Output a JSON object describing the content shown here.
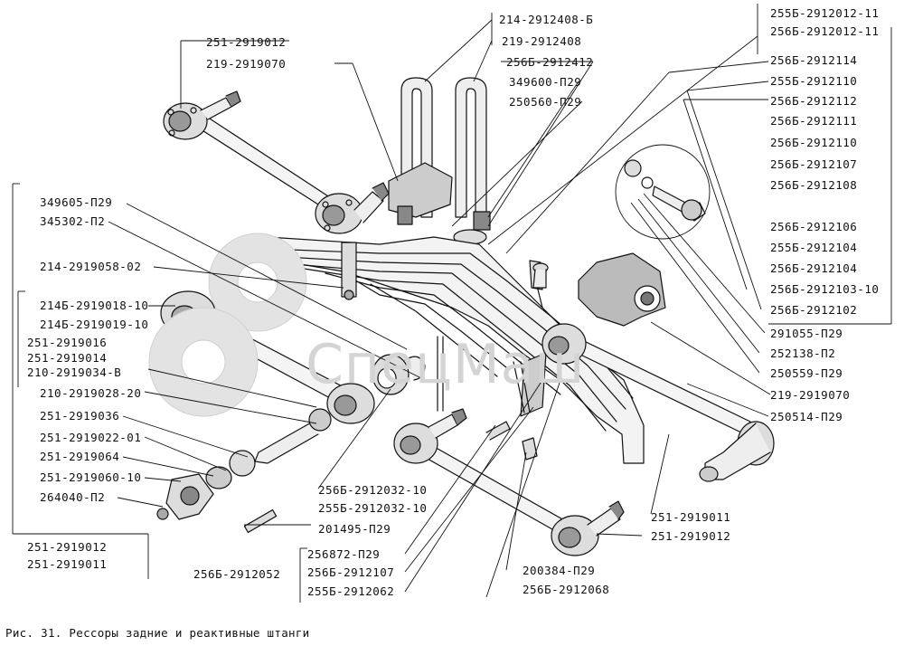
{
  "watermark": "СпецМаш",
  "caption": "Рис. 31. Рессоры задние и реактивные штанги",
  "labels": {
    "top_left_1": "251-2919012",
    "top_left_2": "219-2919070",
    "top_c_1": "214-2912408-Б",
    "top_c_2": "219-2912408",
    "top_c_3": "256Б-2912412",
    "top_c_4": "349600-П29",
    "top_c_5": "250560-П29",
    "r_1": "255Б-2912012-11",
    "r_2": "256Б-2912012-11",
    "r_3": "256Б-2912114",
    "r_4": "255Б-2912110",
    "r_5": "256Б-2912112",
    "r_6": "256Б-2912111",
    "r_7": "256Б-2912110",
    "r_8": "256Б-2912107",
    "r_9": "256Б-2912108",
    "r_10": "256Б-2912106",
    "r_11": "255Б-2912104",
    "r_12": "256Б-2912104",
    "r_13": "256Б-2912103-10",
    "r_14": "256Б-2912102",
    "r_15": "291055-П29",
    "r_16": "252138-П2",
    "r_17": "250559-П29",
    "r_18": "219-2919070",
    "r_19": "250514-П29",
    "l_1": "349605-П29",
    "l_2": "345302-П2",
    "l_3": "214-2919058-02",
    "l_4": "214Б-2919018-10",
    "l_5": "214Б-2919019-10",
    "l_6": "251-2919016",
    "l_7": "251-2919014",
    "l_8": "210-2919034-В",
    "l_9": "210-2919028-20",
    "l_10": "251-2919036",
    "l_11": "251-2919022-01",
    "l_12": "251-2919064",
    "l_13": "251-2919060-10",
    "l_14": "264040-П2",
    "l_15": "251-2919012",
    "l_16": "251-2919011",
    "b_1": "256Б-2912032-10",
    "b_2": "255Б-2912032-10",
    "b_3": "201495-П29",
    "b_4": "256Б-2912052",
    "b_5": "256872-П29",
    "b_6": "256Б-2912107",
    "b_7": "255Б-2912062",
    "b_8": "200384-П29",
    "b_9": "256Б-2912068",
    "b_10": "251-2919011",
    "b_11": "251-2919012"
  }
}
